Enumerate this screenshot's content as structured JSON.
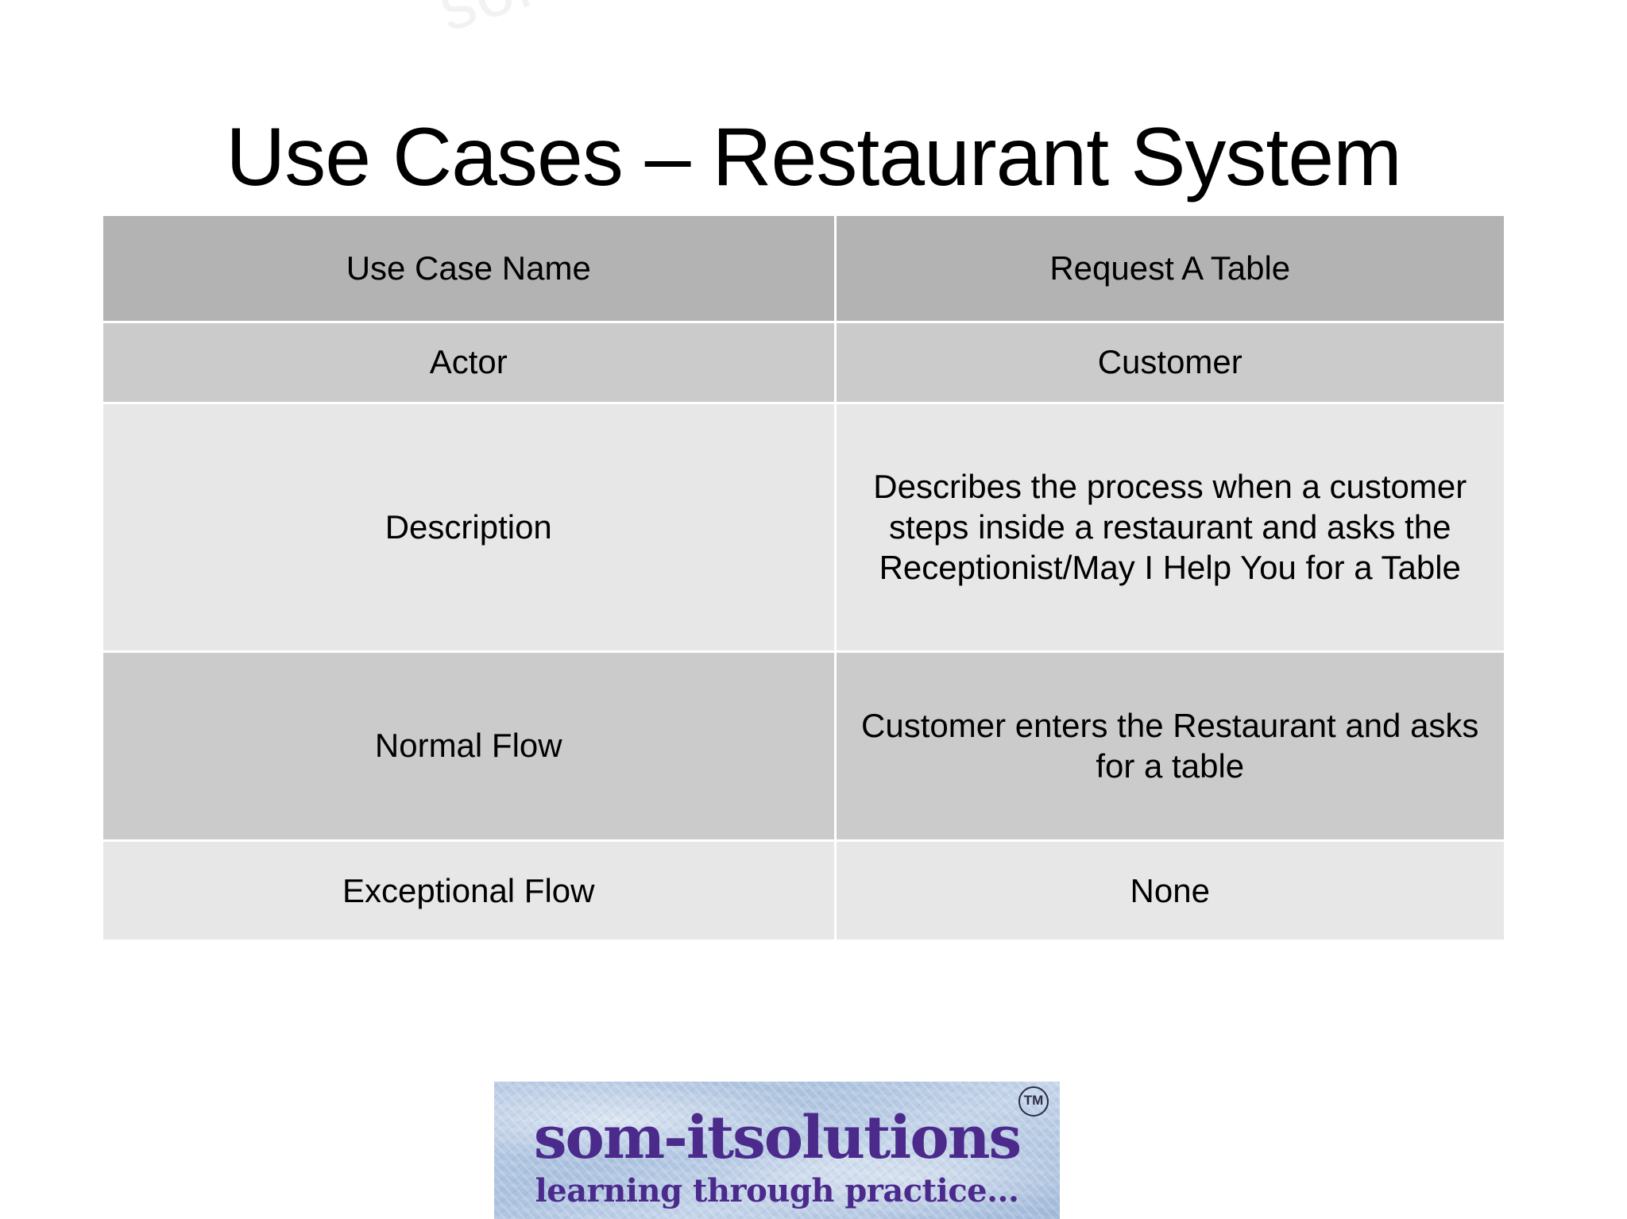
{
  "slide": {
    "title": "Use Cases – Restaurant System",
    "watermark": "som-itsolutions"
  },
  "table": {
    "columns": [
      "Use Case Name",
      "Request A Table"
    ],
    "rows": [
      {
        "label": "Use Case Name",
        "value": "Request A Table"
      },
      {
        "label": "Actor",
        "value": "Customer"
      },
      {
        "label": "Description",
        "value": "Describes the process when a customer steps inside a restaurant and asks the Receptionist/May I Help You for a Table"
      },
      {
        "label": "Normal Flow",
        "value": "Customer enters the Restaurant and asks for a table"
      },
      {
        "label": "Exceptional Flow",
        "value": "None"
      }
    ]
  },
  "logo": {
    "name": "som-itsolutions",
    "tagline": "learning through practice...",
    "trademark": "TM"
  },
  "colors": {
    "page_background": "#ffffff",
    "header_row": "#b3b3b3",
    "mid_row": "#cbcbcb",
    "light_row": "#e7e7e7",
    "gridline": "#ffffff",
    "text": "#000000",
    "logo_purple": "#4b2a8c",
    "watermark": "#f2f2f2"
  }
}
